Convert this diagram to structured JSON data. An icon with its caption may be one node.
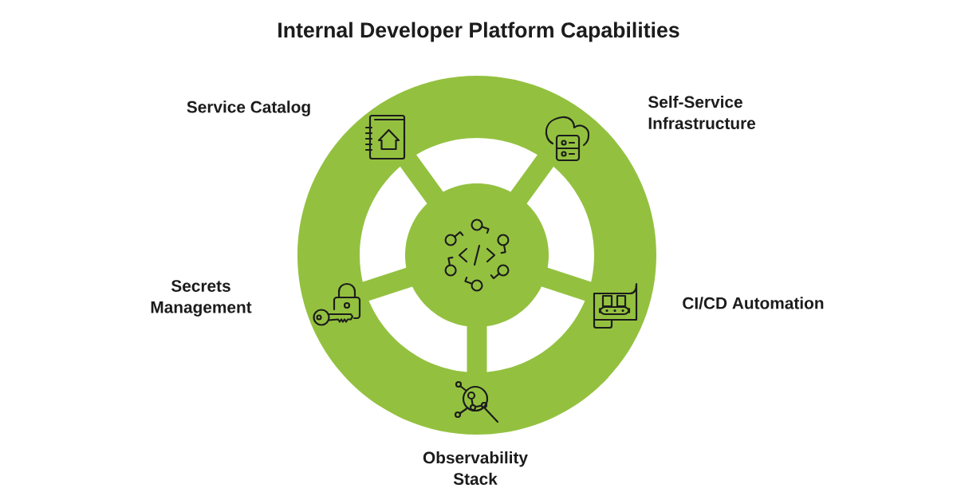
{
  "diagram": {
    "title": "Internal Developer Platform Capabilities",
    "labels": [
      "Service Catalog",
      "Self-Service Infrastructure",
      "Secrets Management",
      "CI/CD Automation",
      "Observability Stack"
    ]
  }
}
